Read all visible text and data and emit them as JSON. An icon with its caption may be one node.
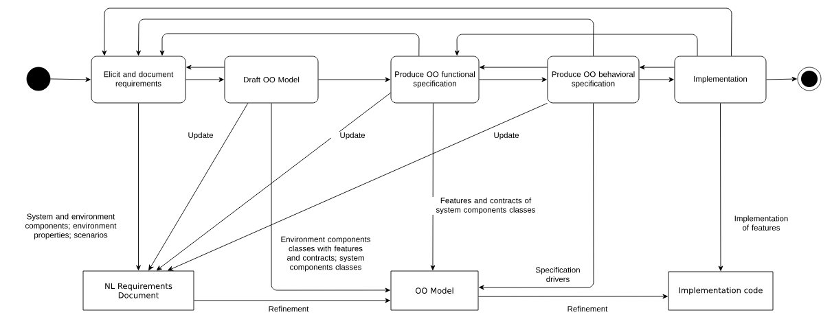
{
  "diagram": {
    "nodes": [
      {
        "text": [],
        "shape": "circle"
      },
      {
        "text": [
          "Elicit and document requirements"
        ]
      },
      {
        "text": [
          "Draft OO Model"
        ]
      },
      {
        "text": [
          "Produce OO functional specification"
        ]
      },
      {
        "text": [
          "Produce OO behavioral specification"
        ]
      },
      {
        "text": [
          "Implementation"
        ]
      },
      {
        "text": [],
        "shape": "bullseye"
      },
      {
        "text": [
          "NL Requirements Document"
        ]
      },
      {
        "text": [
          "OO Model"
        ]
      },
      {
        "text": [
          "Implementation code"
        ]
      }
    ],
    "edges": [
      {
        "from": 0,
        "to": 1,
        "arrow": "to"
      },
      {
        "from": 1,
        "to": 2,
        "arrow": "to"
      },
      {
        "from": 2,
        "to": 1,
        "arrow": "to"
      },
      {
        "from": 2,
        "to": 3,
        "arrow": "to"
      },
      {
        "from": 3,
        "to": 4,
        "arrow": "to"
      },
      {
        "from": 4,
        "to": 3,
        "arrow": "to"
      },
      {
        "from": 4,
        "to": 5,
        "arrow": "to"
      },
      {
        "from": 5,
        "to": 4,
        "arrow": "to"
      },
      {
        "from": 5,
        "to": 6,
        "arrow": "to"
      },
      {
        "from": 5,
        "to": 1,
        "arrow": "to"
      },
      {
        "from": 4,
        "to": 1,
        "arrow": "to"
      },
      {
        "from": 3,
        "to": 1,
        "arrow": "to"
      },
      {
        "from": 5,
        "to": 3,
        "arrow": "to"
      },
      {
        "from": 1,
        "to": 7,
        "arrow": "to",
        "label": "System and environment components; environment properties; scenarios"
      },
      {
        "from": 2,
        "to": 7,
        "arrow": "to",
        "label": "Update"
      },
      {
        "from": 3,
        "to": 7,
        "arrow": "to",
        "label": "Update"
      },
      {
        "from": 4,
        "to": 7,
        "arrow": "to",
        "label": "Update"
      },
      {
        "from": 2,
        "to": 8,
        "arrow": "to",
        "label": "Environment components classes with features and contracts; system components classes"
      },
      {
        "from": 3,
        "to": 8,
        "arrow": "to",
        "label": "Features and contracts of system components classes"
      },
      {
        "from": 4,
        "to": 8,
        "arrow": "to",
        "label": "Specification drivers"
      },
      {
        "from": 5,
        "to": 9,
        "arrow": "to",
        "label": "Implementation of features"
      },
      {
        "from": 7,
        "to": 8,
        "arrow": "to",
        "label": "Refinement"
      },
      {
        "from": 8,
        "to": 9,
        "arrow": "to",
        "label": "Refinement"
      }
    ]
  }
}
